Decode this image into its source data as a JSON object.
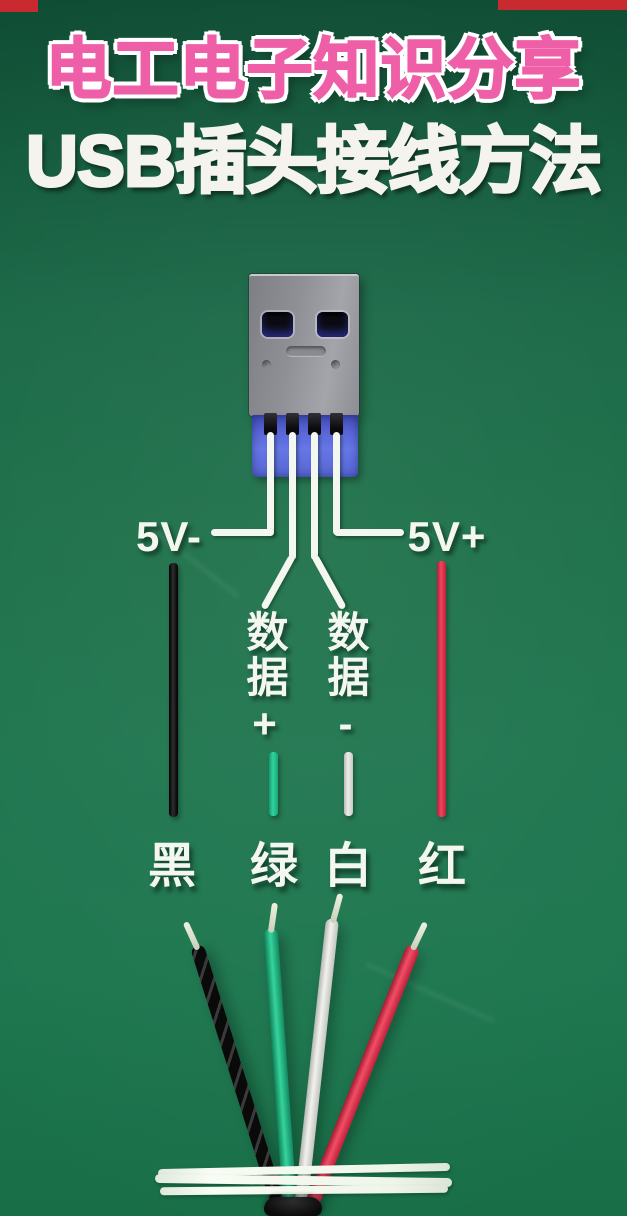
{
  "header": {
    "title": "电工电子知识分享",
    "subtitle": "USB插头接线方法"
  },
  "diagram": {
    "terminal_labels": {
      "left": "5V-",
      "right": "5V+"
    },
    "data_labels": {
      "plus": "数据+",
      "minus": "数据-"
    },
    "wire_color_labels": {
      "black": "黑",
      "green": "绿",
      "white": "白",
      "red": "红"
    }
  },
  "colors": {
    "board_green": "#1c7049",
    "title_pink": "#ee5fa8",
    "title_outline": "#ffffff",
    "subtitle_white": "#f5f3ee",
    "usb_shell_gray": "#8f9095",
    "usb_insert_blue": "#5a68d8",
    "annotation_white": "#f3f7f0",
    "wire_black": "#101010",
    "wire_green": "#2fd49c",
    "wire_white": "#e8e9e5",
    "wire_red": "#e8415a",
    "top_strip_red": "#c82a2f"
  }
}
